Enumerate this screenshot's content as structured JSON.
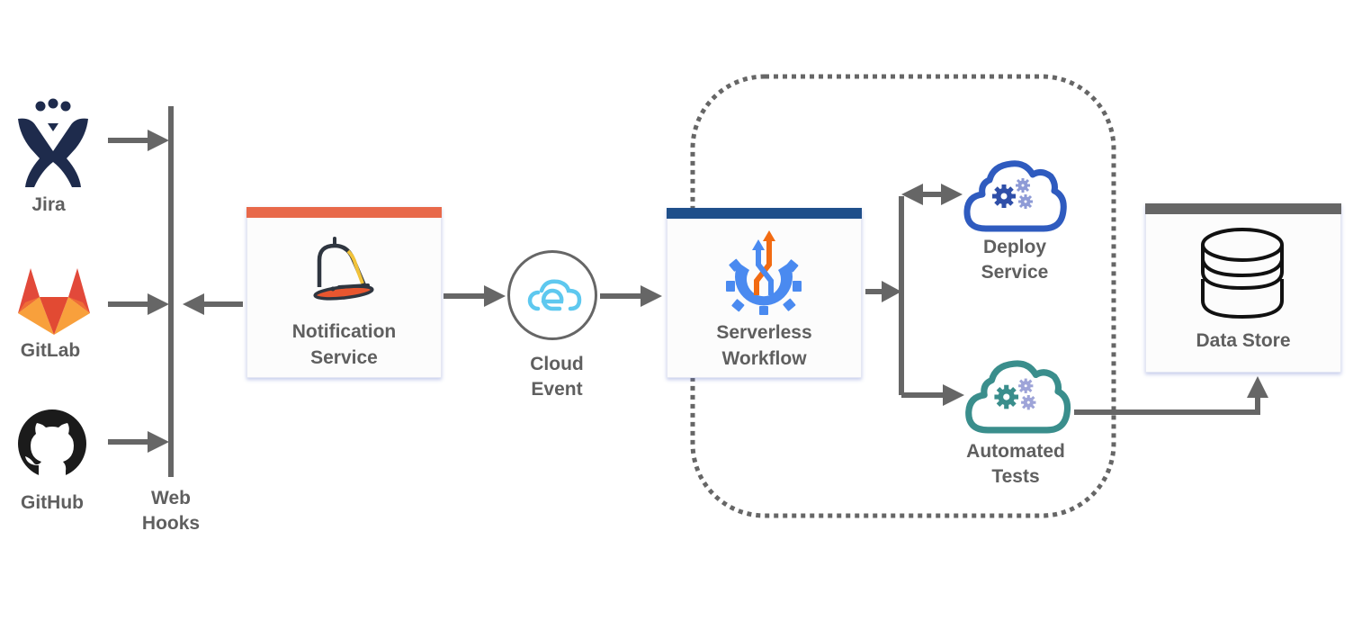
{
  "diagram": {
    "sources": [
      {
        "id": "jira",
        "label": "Jira",
        "icon": "jira-icon",
        "color": "#1e2b4c"
      },
      {
        "id": "gitlab",
        "label": "GitLab",
        "icon": "gitlab-icon",
        "color": "#e2643a"
      },
      {
        "id": "github",
        "label": "GitHub",
        "icon": "github-icon",
        "color": "#1b1b1b"
      }
    ],
    "webhooks": {
      "label_line1": "Web",
      "label_line2": "Hooks"
    },
    "notification_service": {
      "line1": "Notification",
      "line2": "Service",
      "accent": "#e8694a",
      "icon": "bell-icon"
    },
    "cloud_event": {
      "line1": "Cloud",
      "line2": "Event",
      "icon": "cloudevents-icon",
      "color": "#5ec8ef"
    },
    "serverless_workflow": {
      "line1": "Serverless",
      "line2": "Workflow",
      "accent": "#1f4f8a",
      "icon": "serverless-workflow-icon"
    },
    "deploy_service": {
      "line1": "Deploy",
      "line2": "Service",
      "icon": "cloud-gears-icon",
      "color": "#2f5bbf"
    },
    "automated_tests": {
      "line1": "Automated",
      "line2": "Tests",
      "icon": "cloud-gears-icon",
      "color": "#3a8e8c"
    },
    "data_store": {
      "line1": "Data Store",
      "accent": "#666666",
      "icon": "database-icon"
    },
    "edges": [
      {
        "from": "Jira",
        "to": "Web Hooks"
      },
      {
        "from": "GitLab",
        "to": "Web Hooks"
      },
      {
        "from": "GitHub",
        "to": "Web Hooks"
      },
      {
        "from": "Notification Service",
        "to": "Web Hooks"
      },
      {
        "from": "Notification Service",
        "to": "Cloud Event"
      },
      {
        "from": "Cloud Event",
        "to": "Serverless Workflow"
      },
      {
        "from": "Serverless Workflow",
        "to": "Deploy Service",
        "bidirectional": true
      },
      {
        "from": "Serverless Workflow",
        "to": "Automated Tests"
      },
      {
        "from": "Automated Tests",
        "to": "Data Store"
      }
    ],
    "arrow_color": "#666666"
  }
}
